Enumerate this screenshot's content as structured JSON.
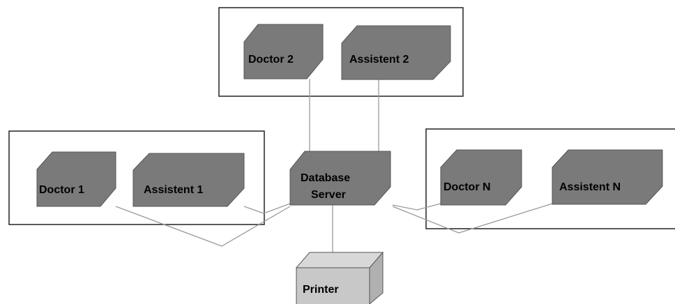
{
  "diagram": {
    "nodes": {
      "doctor_2": "Doctor 2",
      "assistent_2": "Assistent 2",
      "doctor_1": "Doctor 1",
      "assistent_1": "Assistent 1",
      "database_server_line1": "Database",
      "database_server_line2": "Server",
      "doctor_n": "Doctor N",
      "assistent_n": "Assistent N",
      "printer": "Printer"
    },
    "colors": {
      "node_fill": "#7a7a7a",
      "printer_fill": "#c8c8c8",
      "line": "#9a9a9a",
      "group_border": "#222222"
    }
  }
}
